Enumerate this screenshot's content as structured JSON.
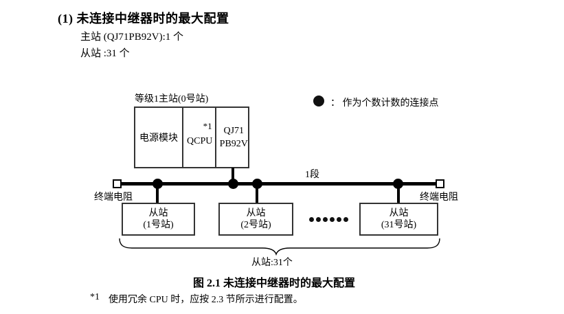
{
  "page": {
    "heading": "(1) 未连接中继器时的最大配置",
    "master_count_line": "主站 (QJ71PB92V):1 个",
    "slave_count_line": "从站 :31 个"
  },
  "legend": {
    "dot_meaning": "作为个数计数的连接点",
    "label": "： 作为个数计数的连接点"
  },
  "diagram": {
    "master": {
      "label": "等级1主站(0号站)",
      "cells": {
        "power": "电源模块",
        "cpu": "QCPU",
        "cpu_note": "*1",
        "module_line1": "QJ71",
        "module_line2": "PB92V"
      }
    },
    "segment_label": "1段",
    "terminator_left": "终端电阻",
    "terminator_right": "终端电阻",
    "slaves": [
      {
        "line1": "从站",
        "line2": "(1号站)"
      },
      {
        "line1": "从站",
        "line2": "(2号站)"
      },
      {
        "line1": "从站",
        "line2": "(31号站)"
      }
    ],
    "slave_count_label": "从站:31个"
  },
  "caption": "图 2.1 未连接中继器时的最大配置",
  "footnote": {
    "marker": "*1",
    "text": "使用冗余 CPU 时，应按 2.3 节所示进行配置。"
  },
  "colors": {
    "ink": "#000000",
    "box_border": "#333333",
    "background": "#ffffff"
  }
}
